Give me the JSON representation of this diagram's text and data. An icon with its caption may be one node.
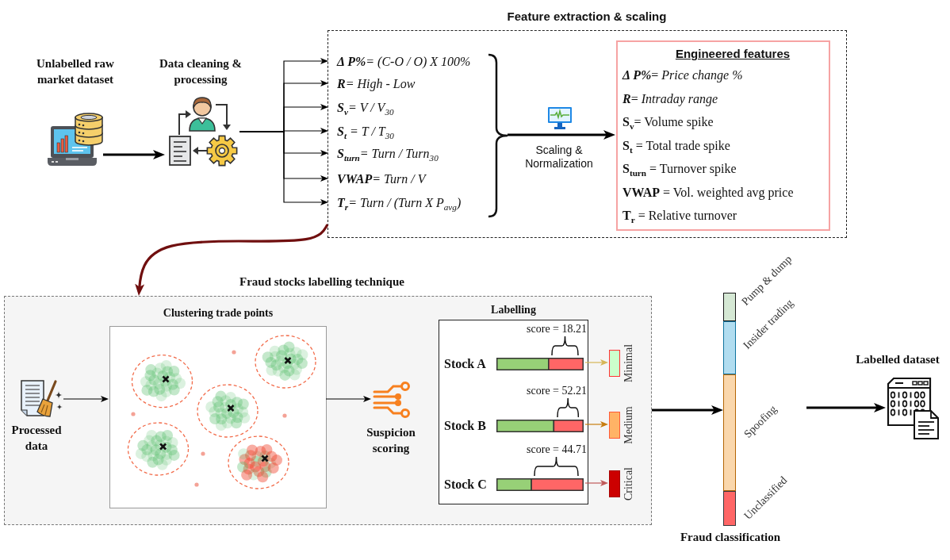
{
  "diagram": {
    "nodes": [
      {
        "text": [
          "Unlabelled raw market dataset"
        ]
      },
      {
        "text": [
          "Data cleaning & processing"
        ]
      },
      {
        "text": [
          "Feature extraction & scaling"
        ]
      },
      {
        "text": [
          "**Δ P%**= (C-O / O) X 100%"
        ],
        "in": 2
      },
      {
        "text": [
          "**R**= High - Low"
        ],
        "in": 2
      },
      {
        "text": [
          "**S$_{v}$**= V / V$_{30}$"
        ],
        "in": 2
      },
      {
        "text": [
          "**S$_{t}$** = T / T$_{30}$"
        ],
        "in": 2
      },
      {
        "text": [
          "**S$_{turn}$**= Turn / Turn$_{30}$"
        ],
        "in": 2
      },
      {
        "text": [
          "**VWAP**= Turn / V"
        ],
        "in": 2
      },
      {
        "text": [
          "**T$_{r}$**= Turn / (Turn X P$_{avg}$)"
        ],
        "in": 2
      },
      {
        "text": [],
        "shape": "brace",
        "in": 2
      },
      {
        "text": [
          "Engineered features",
          "**Δ P%**= *Price change %*",
          "**R**= *Intraday range*",
          "**S$_{v}$**= Volume spike",
          "**S$_{t}$** = Total trade spike",
          "**S$_{turn}$** = Turnover spike",
          "**VWAP** = Vol. weighted avg price",
          "**T$_{r}$** = Relative turnover"
        ],
        "in": 2
      },
      {
        "text": [
          "Fraud stocks labelling technique"
        ]
      },
      {
        "text": [
          "Processed data"
        ],
        "in": 12
      },
      {
        "text": [
          "Clustering trade points"
        ],
        "in": 12
      },
      {
        "text": [
          "Suspicion scoring"
        ],
        "in": 12
      },
      {
        "text": [
          "Labelling"
        ],
        "in": 12
      },
      {
        "text": [
          "Stock A"
        ],
        "beside": [
          "score = 18.21"
        ],
        "in": 16
      },
      {
        "text": [
          "Stock B"
        ],
        "beside": [
          "score = 52.21"
        ],
        "in": 16
      },
      {
        "text": [
          "Stock C"
        ],
        "beside": [
          "score = 44.71"
        ],
        "in": 16
      },
      {
        "text": [
          "Minimal"
        ],
        "in": 12
      },
      {
        "text": [
          "Medium"
        ],
        "in": 12
      },
      {
        "text": [
          "Critical"
        ],
        "in": 12
      },
      {
        "text": [
          "Pump & dump",
          "Insider trading",
          "Spoofing",
          "Unclassified"
        ],
        "beside": [
          "Fraud classification"
        ]
      },
      {
        "text": [
          "Labelled dataset"
        ]
      }
    ],
    "edges": [
      {
        "from": 0,
        "to": 1,
        "arrow": "to",
        "style": "thick"
      },
      {
        "from": 1,
        "to": 3,
        "arrow": "to"
      },
      {
        "from": 1,
        "to": 4,
        "arrow": "to"
      },
      {
        "from": 1,
        "to": 5,
        "arrow": "to"
      },
      {
        "from": 1,
        "to": 6,
        "arrow": "to"
      },
      {
        "from": 1,
        "to": 7,
        "arrow": "to"
      },
      {
        "from": 1,
        "to": 8,
        "arrow": "to"
      },
      {
        "from": 1,
        "to": 9,
        "arrow": "to"
      },
      {
        "from": 10,
        "to": 11,
        "arrow": "to",
        "label": "Scaling & Normalization",
        "style": "thick"
      },
      {
        "from": 2,
        "to": 12,
        "arrow": "to",
        "style": "thick",
        "color": "#700f0f"
      },
      {
        "from": 13,
        "to": 14,
        "arrow": "to"
      },
      {
        "from": 14,
        "to": 15,
        "arrow": "to"
      },
      {
        "from": 17,
        "to": 20,
        "arrow": "to",
        "color": "#d6b656"
      },
      {
        "from": 18,
        "to": 21,
        "arrow": "to",
        "color": "#c77c0e"
      },
      {
        "from": 19,
        "to": 22,
        "arrow": "to",
        "color": "#c05a5a"
      },
      {
        "from": 12,
        "to": 23,
        "arrow": "to",
        "style": "thick"
      },
      {
        "from": 23,
        "to": 24,
        "arrow": "to",
        "style": "thick"
      }
    ]
  }
}
